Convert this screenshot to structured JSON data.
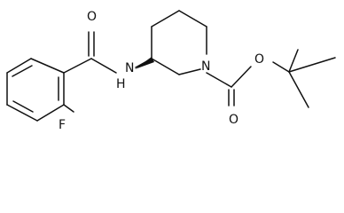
{
  "structure": {
    "labels": {
      "carbonyl_oxygen": "O",
      "amide_nitrogen": "N",
      "amide_hydrogen": "H",
      "fluorine": "F",
      "ring_nitrogen": "N",
      "ester_oxygen": "O",
      "carbamate_oxygen": "O"
    },
    "colors": {
      "bond": "#111111",
      "label": "#111111",
      "background": "#ffffff"
    }
  }
}
